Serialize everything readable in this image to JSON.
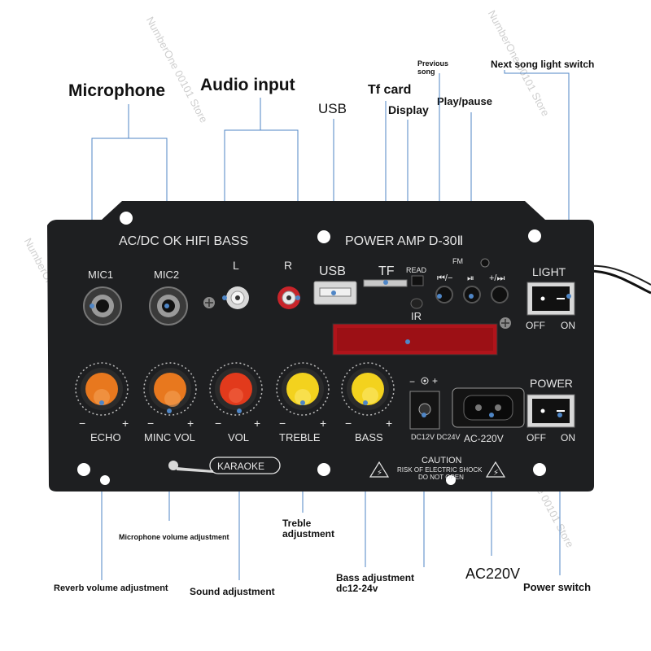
{
  "callouts": {
    "microphone": "Microphone",
    "audio_input": "Audio input",
    "usb": "USB",
    "tf_card": "Tf card",
    "display": "Display",
    "previous_song": "Previous song",
    "play_pause": "Play/pause",
    "next_song_light_switch": "Next song light switch",
    "treble_adjustment": "Treble adjustment",
    "microphone_volume_adjustment": "Microphone volume adjustment",
    "reverb_volume_adjustment": "Reverb volume adjustment",
    "sound_adjustment": "Sound adjustment",
    "bass_adjustment": "Bass adjustment dc12-24v",
    "ac220v": "AC220V",
    "power_switch": "Power switch"
  },
  "panel": {
    "title": "AC/DC OK HIFI BASS",
    "model": "POWER AMP D-30Ⅱ",
    "mic1": "MIC1",
    "mic2": "MIC2",
    "left": "L",
    "right": "R",
    "usb": "USB",
    "tf": "TF",
    "read": "READ",
    "ir": "IR",
    "fm": "FM",
    "prev": "⏮/−",
    "play": "⏯",
    "next": "+/⏭",
    "light": "LIGHT",
    "light_off": "OFF",
    "light_on": "ON",
    "power": "POWER",
    "power_off": "OFF",
    "power_on": "ON",
    "echo": "ECHO",
    "minc_vol": "MINC VOL",
    "vol": "VOL",
    "treble": "TREBLE",
    "bass": "BASS",
    "dc_label": "DC12V DC24V",
    "ac_label": "AC-220V",
    "karaoke": "KARAOKE",
    "caution_title": "CAUTION",
    "caution_line1": "RISK OF ELECTRIC SHOCK",
    "caution_line2": "DO NOT OPEN",
    "minus": "−",
    "plus": "+"
  },
  "watermark": "NumberOne 00101 Store",
  "colors": {
    "panel": "#1e1f21",
    "knob_orange": "#e8781e",
    "knob_red": "#e23a1c",
    "knob_yellow": "#f3d21e",
    "display_red": "#b0141b"
  }
}
